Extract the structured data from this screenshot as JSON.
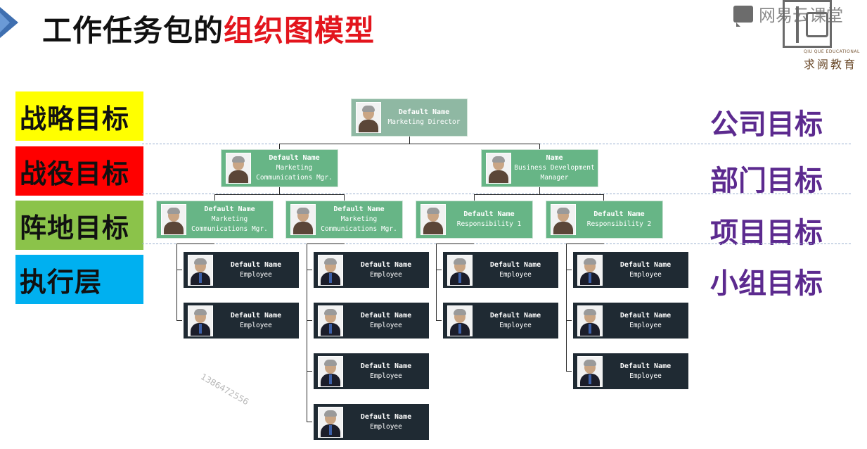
{
  "title": {
    "black": "工作任务包的",
    "red": "组织图模型"
  },
  "logo": {
    "wangyi": "网易云课堂",
    "qiuque_en": "QIU QUE EDUCATIONAL",
    "qiuque_cn": "求阙教育"
  },
  "levels": [
    {
      "label": "战略目标",
      "color": "#ffff00"
    },
    {
      "label": "战役目标",
      "color": "#ff0000"
    },
    {
      "label": "阵地目标",
      "color": "#8bc34a"
    },
    {
      "label": "执行层",
      "color": "#00b0f0"
    }
  ],
  "goals": [
    "公司目标",
    "部门目标",
    "项目目标",
    "小组目标"
  ],
  "org": {
    "director": {
      "name": "Default Name",
      "role": "Marketing Director"
    },
    "managers": [
      {
        "name": "Default Name",
        "role": "Marketing",
        "role2": "Communications Mgr."
      },
      {
        "name": "Name",
        "role": "Business Development",
        "role2": "Manager"
      }
    ],
    "leads": [
      {
        "name": "Default Name",
        "role": "Marketing",
        "role2": "Communications Mgr."
      },
      {
        "name": "Default Name",
        "role": "Marketing",
        "role2": "Communications Mgr."
      },
      {
        "name": "Default Name",
        "role": "Responsibility 1",
        "role2": ""
      },
      {
        "name": "Default Name",
        "role": "Responsibility 2",
        "role2": ""
      }
    ],
    "employee": {
      "name": "Default Name",
      "role": "Employee"
    }
  },
  "watermark": "1386472556"
}
